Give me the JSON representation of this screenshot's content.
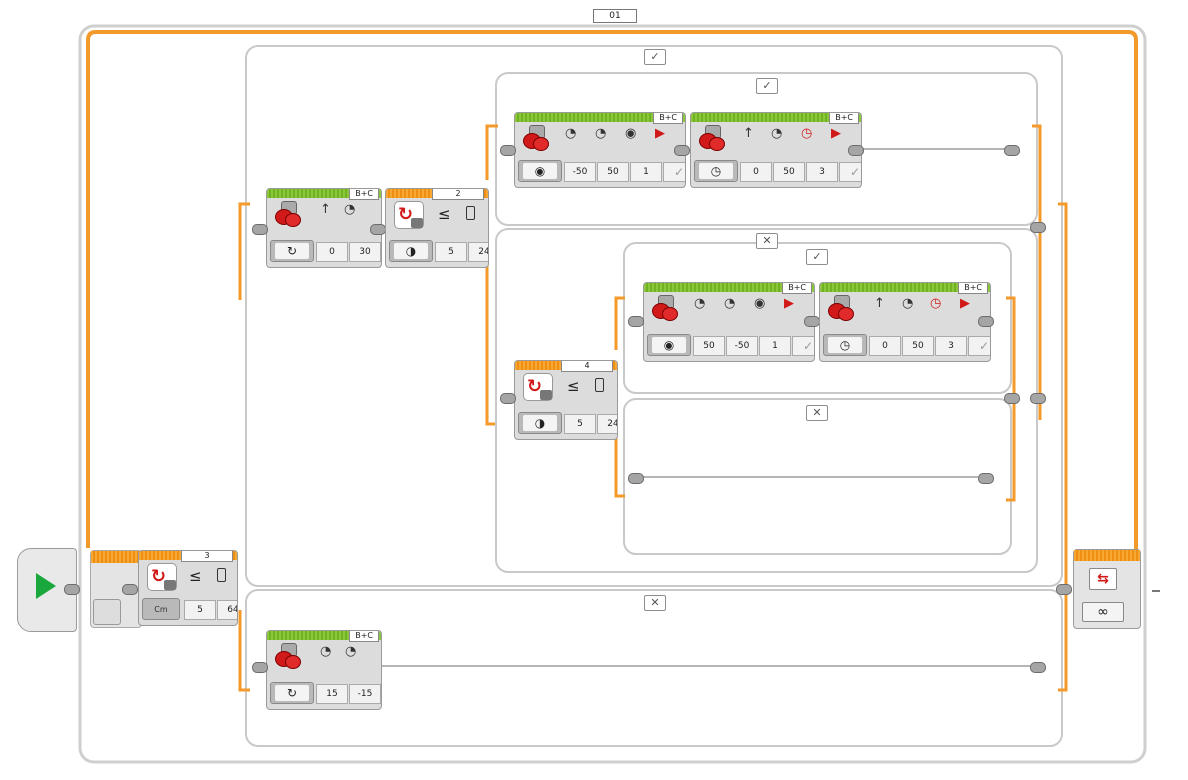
{
  "loop": {
    "name": "01",
    "count_symbol": "∞"
  },
  "colors": {
    "wire": "#f39a2b",
    "frame": "#c9c9c9",
    "header_green": "#8cc63f",
    "header_orange": "#f39a2b",
    "play": "#1aa83c",
    "motor": "#d21919"
  },
  "switch_main": {
    "port": "3",
    "compare": "≤",
    "values": [
      "5",
      "64"
    ],
    "mode_label": "Cm",
    "case_true": "✓",
    "case_false": "✕"
  },
  "switch_inner": {
    "port": "2",
    "compare": "≤",
    "values": [
      "5",
      "24"
    ],
    "case_true": "✓",
    "case_false": "✕"
  },
  "switch_deep": {
    "port": "4",
    "compare": "≤",
    "values": [
      "5",
      "24"
    ],
    "case_true": "✓",
    "case_false": "✕"
  },
  "move_top": {
    "port": "B+C",
    "values": [
      "0",
      "30"
    ]
  },
  "tank_a": {
    "port": "B+C",
    "values": [
      "-50",
      "50",
      "1",
      "✓"
    ]
  },
  "steer_a": {
    "port": "B+C",
    "values": [
      "0",
      "50",
      "3",
      "✓"
    ]
  },
  "tank_b": {
    "port": "B+C",
    "values": [
      "50",
      "-50",
      "1",
      "✓"
    ]
  },
  "steer_b": {
    "port": "B+C",
    "values": [
      "0",
      "50",
      "3",
      "✓"
    ]
  },
  "tank_bottom": {
    "port": "B+C",
    "values": [
      "15",
      "-15"
    ]
  }
}
